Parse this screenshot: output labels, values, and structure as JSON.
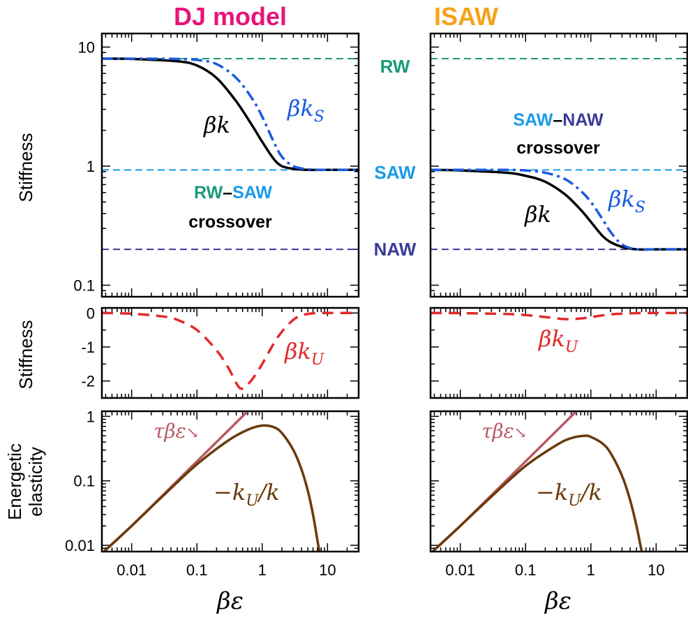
{
  "colors": {
    "dj_title": "#e8127a",
    "isaw_title": "#f5a31a",
    "rw": "#1a9a78",
    "saw": "#1a9ae6",
    "naw": "#3a3a9a",
    "beta_k": "#000000",
    "beta_ks": "#1a5ae0",
    "beta_ku": "#e02a2a",
    "tau": "#b85a66",
    "ku_over_k": "#6a3a0a"
  },
  "titles": {
    "left": "DJ model",
    "right": "ISAW"
  },
  "axis_labels": {
    "y_top": "Stiffness",
    "y_mid": "Stiffness",
    "y_bottom_line1": "Energetic",
    "y_bottom_line2": "elasticity",
    "x_left": "βε",
    "x_right": "βε"
  },
  "ref_labels": {
    "rw": "RW",
    "saw": "SAW",
    "naw": "NAW"
  },
  "tick_labels": {
    "x": [
      "0.01",
      "0.1",
      "1",
      "10"
    ],
    "y_top": [
      "0.1",
      "1",
      "10"
    ],
    "y_mid": [
      "0",
      "-1",
      "-2"
    ],
    "y_bottom": [
      "0.01",
      "0.1",
      "1"
    ]
  },
  "annotations": {
    "left_top_line1_a": "RW",
    "left_top_line1_dash": "–",
    "left_top_line1_b": "SAW",
    "left_top_line2": "crossover",
    "right_top_line1_a": "SAW",
    "right_top_line1_dash": "–",
    "right_top_line1_b": "NAW",
    "right_top_line2": "crossover"
  },
  "curve_labels": {
    "beta_k": "βk",
    "beta_ks_main": "βk",
    "beta_ks_sub": "S",
    "beta_ku_main": "βk",
    "beta_ku_sub": "U",
    "tau": "τβε",
    "tau_arrow": "↘",
    "ku_over_k_main": "−k",
    "ku_over_k_sub": "U",
    "ku_over_k_tail": "/k"
  },
  "chart_data": [
    {
      "type": "line",
      "panel": "DJ model — stiffness",
      "xscale": "log",
      "yscale": "log",
      "xlim": [
        0.0035,
        30
      ],
      "ylim": [
        0.08,
        13
      ],
      "reference_lines": [
        {
          "name": "RW",
          "y": 8.0
        },
        {
          "name": "SAW",
          "y": 0.93
        },
        {
          "name": "NAW",
          "y": 0.2
        }
      ],
      "series": [
        {
          "name": "βk",
          "x": [
            0.0035,
            0.01,
            0.05,
            0.1,
            0.2,
            0.4,
            0.7,
            1.0,
            1.5,
            2.0,
            3.0,
            5.0,
            10,
            30
          ],
          "y": [
            8.0,
            7.95,
            7.6,
            7.0,
            5.5,
            3.5,
            2.2,
            1.6,
            1.15,
            1.0,
            0.95,
            0.93,
            0.93,
            0.93
          ]
        },
        {
          "name": "βk_S",
          "x": [
            0.0035,
            0.01,
            0.05,
            0.1,
            0.2,
            0.4,
            0.7,
            1.0,
            1.5,
            2.0,
            3.0,
            5.0,
            10,
            30
          ],
          "y": [
            8.0,
            8.0,
            7.95,
            7.8,
            7.2,
            5.5,
            3.7,
            2.6,
            1.6,
            1.2,
            1.0,
            0.94,
            0.93,
            0.93
          ]
        }
      ]
    },
    {
      "type": "line",
      "panel": "ISAW — stiffness",
      "xscale": "log",
      "yscale": "log",
      "xlim": [
        0.0035,
        30
      ],
      "ylim": [
        0.08,
        13
      ],
      "reference_lines": [
        {
          "name": "RW",
          "y": 8.0
        },
        {
          "name": "SAW",
          "y": 0.93
        },
        {
          "name": "NAW",
          "y": 0.2
        }
      ],
      "series": [
        {
          "name": "βk",
          "x": [
            0.0035,
            0.01,
            0.05,
            0.1,
            0.2,
            0.4,
            0.7,
            1.0,
            1.5,
            2.0,
            3.0,
            5.0,
            10,
            30
          ],
          "y": [
            0.93,
            0.92,
            0.88,
            0.83,
            0.74,
            0.58,
            0.43,
            0.34,
            0.26,
            0.23,
            0.21,
            0.2,
            0.2,
            0.2
          ]
        },
        {
          "name": "βk_S",
          "x": [
            0.0035,
            0.01,
            0.05,
            0.1,
            0.2,
            0.4,
            0.7,
            1.0,
            1.5,
            2.0,
            3.0,
            5.0,
            10,
            30
          ],
          "y": [
            0.93,
            0.93,
            0.93,
            0.92,
            0.88,
            0.78,
            0.62,
            0.5,
            0.36,
            0.28,
            0.22,
            0.2,
            0.2,
            0.2
          ]
        }
      ]
    },
    {
      "type": "line",
      "panel": "DJ model — energetic stiffness",
      "xscale": "log",
      "yscale": "linear",
      "xlim": [
        0.0035,
        30
      ],
      "ylim": [
        -2.5,
        0.15
      ],
      "series": [
        {
          "name": "βk_U",
          "x": [
            0.0035,
            0.01,
            0.03,
            0.05,
            0.1,
            0.2,
            0.3,
            0.45,
            0.6,
            0.8,
            1.0,
            1.5,
            2.0,
            3.0,
            4.0,
            6.0,
            10,
            30
          ],
          "y": [
            0.0,
            -0.02,
            -0.1,
            -0.2,
            -0.5,
            -1.1,
            -1.6,
            -2.2,
            -2.1,
            -1.8,
            -1.5,
            -0.9,
            -0.55,
            -0.2,
            -0.07,
            -0.01,
            0.0,
            0.0
          ]
        }
      ]
    },
    {
      "type": "line",
      "panel": "ISAW — energetic stiffness",
      "xscale": "log",
      "yscale": "linear",
      "xlim": [
        0.0035,
        30
      ],
      "ylim": [
        -2.5,
        0.15
      ],
      "series": [
        {
          "name": "βk_U",
          "x": [
            0.0035,
            0.01,
            0.05,
            0.1,
            0.2,
            0.4,
            0.7,
            1.0,
            1.5,
            2.0,
            3.0,
            5.0,
            10,
            30
          ],
          "y": [
            0.0,
            -0.005,
            -0.03,
            -0.06,
            -0.12,
            -0.18,
            -0.16,
            -0.12,
            -0.07,
            -0.04,
            -0.02,
            -0.005,
            0.0,
            0.0
          ]
        }
      ]
    },
    {
      "type": "line",
      "panel": "DJ model — energetic elasticity",
      "xscale": "log",
      "yscale": "log",
      "xlim": [
        0.0035,
        30
      ],
      "ylim": [
        0.008,
        1.2
      ],
      "series": [
        {
          "name": "τβε",
          "x": [
            0.0035,
            0.01,
            0.1,
            0.5,
            0.65
          ],
          "y": [
            0.0075,
            0.02,
            0.2,
            1.0,
            1.3
          ]
        },
        {
          "name": "−k_U/k",
          "x": [
            0.0035,
            0.01,
            0.03,
            0.1,
            0.3,
            0.6,
            1.0,
            1.5,
            2.0,
            3.0,
            4.0,
            5.0,
            6.0,
            7.0,
            7.5
          ],
          "y": [
            0.0075,
            0.02,
            0.058,
            0.18,
            0.42,
            0.62,
            0.72,
            0.68,
            0.55,
            0.3,
            0.15,
            0.07,
            0.03,
            0.012,
            0.008
          ]
        }
      ]
    },
    {
      "type": "line",
      "panel": "ISAW — energetic elasticity",
      "xscale": "log",
      "yscale": "log",
      "xlim": [
        0.0035,
        30
      ],
      "ylim": [
        0.008,
        1.2
      ],
      "series": [
        {
          "name": "τβε",
          "x": [
            0.0035,
            0.01,
            0.1,
            0.5,
            0.65
          ],
          "y": [
            0.0075,
            0.02,
            0.2,
            1.0,
            1.3
          ]
        },
        {
          "name": "−k_U/k",
          "x": [
            0.0035,
            0.01,
            0.03,
            0.1,
            0.3,
            0.5,
            0.8,
            1.0,
            1.5,
            2.0,
            3.0,
            4.0,
            5.0,
            6.0
          ],
          "y": [
            0.0075,
            0.02,
            0.057,
            0.17,
            0.36,
            0.46,
            0.5,
            0.48,
            0.38,
            0.27,
            0.12,
            0.05,
            0.02,
            0.008
          ]
        }
      ]
    }
  ]
}
